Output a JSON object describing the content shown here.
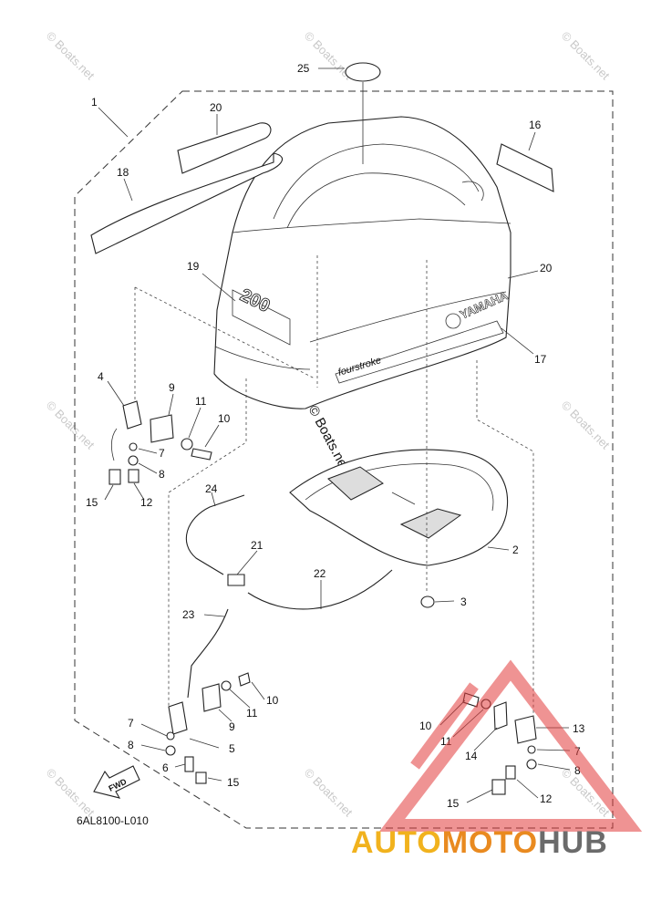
{
  "diagram_code": "6AL8100-L010",
  "fwd_label": "FWD",
  "watermark": "© Boats.net",
  "center_watermark": "© Boats.net",
  "brand": {
    "part1": "AUTO",
    "part2": "MOTO",
    "part3": "HUB"
  },
  "cowling_model_text": "200",
  "cowling_brand_text": "YAMAHA",
  "cowling_stripe_text": "fourstroke",
  "callouts": {
    "c1": "1",
    "c20a": "20",
    "c18": "18",
    "c25": "25",
    "c16": "16",
    "c19": "19",
    "c20b": "20",
    "c17": "17",
    "c4": "4",
    "c9a": "9",
    "c11a": "11",
    "c10a": "10",
    "c7a": "7",
    "c8a": "8",
    "c15a": "15",
    "c12a": "12",
    "c24": "24",
    "c2": "2",
    "c21": "21",
    "c22": "22",
    "c3": "3",
    "c23": "23",
    "c10b": "10",
    "c11b": "11",
    "c9b": "9",
    "c7b": "7",
    "c8b": "8",
    "c5": "5",
    "c6": "6",
    "c15b": "15",
    "c10c": "10",
    "c11c": "11",
    "c13": "13",
    "c14": "14",
    "c7c": "7",
    "c8c": "8",
    "c15c": "15",
    "c12c": "12"
  },
  "colors": {
    "logo_red": "#e23b3b",
    "brand_yellow": "#f1b21d",
    "brand_orange": "#e98a20",
    "brand_grey": "#6b6b6b"
  }
}
